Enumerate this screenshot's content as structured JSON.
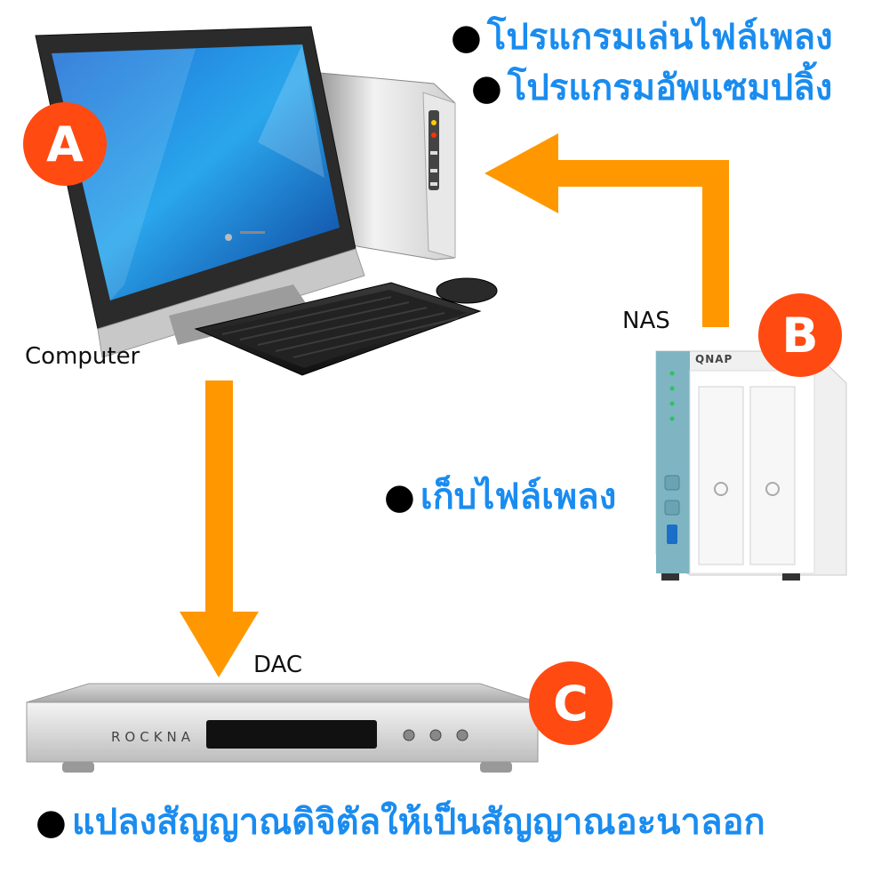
{
  "nodes": {
    "computer": {
      "badge": "A",
      "label": "Computer"
    },
    "nas": {
      "badge": "B",
      "label": "NAS",
      "brand": "QNAP"
    },
    "dac": {
      "badge": "C",
      "label": "DAC",
      "brand": "ROCKNA"
    }
  },
  "annotations": {
    "computer_roles": [
      "โปรแกรมเล่นไฟล์เพลง",
      "โปรแกรมอัพแซมปลิ้ง"
    ],
    "nas_role": "เก็บไฟล์เพลง",
    "dac_role": "แปลงสัญญาณดิจิตัลให้เป็นสัญญาณอะนาลอก"
  },
  "bullet": "●",
  "colors": {
    "arrow": "#ff9800",
    "badge": "#ff4a12",
    "annotation_text": "#1a8cf0"
  },
  "edges": [
    {
      "from": "nas",
      "to": "computer"
    },
    {
      "from": "computer",
      "to": "dac"
    }
  ]
}
